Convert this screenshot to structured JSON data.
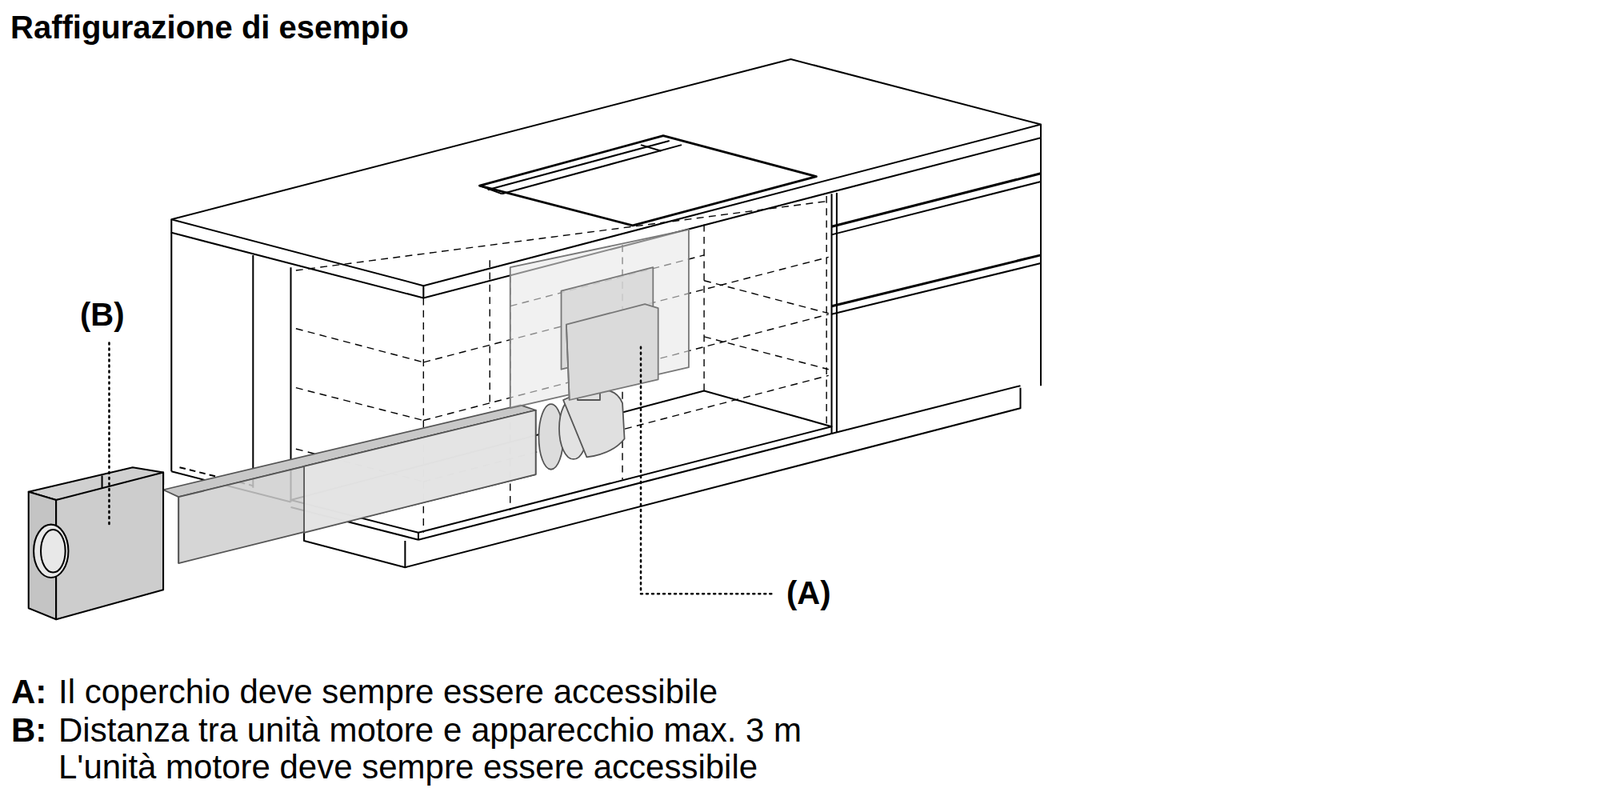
{
  "diagram": {
    "title": "Raffigurazione di esempio",
    "labels": [
      "(B)",
      "(A)",
      "A:",
      "Il coperchio deve sempre essere accessibile",
      "B:",
      "Distanza tra unità motore e apparecchio max. 3 m",
      "L'unità motore deve sempre essere accessibile"
    ]
  }
}
